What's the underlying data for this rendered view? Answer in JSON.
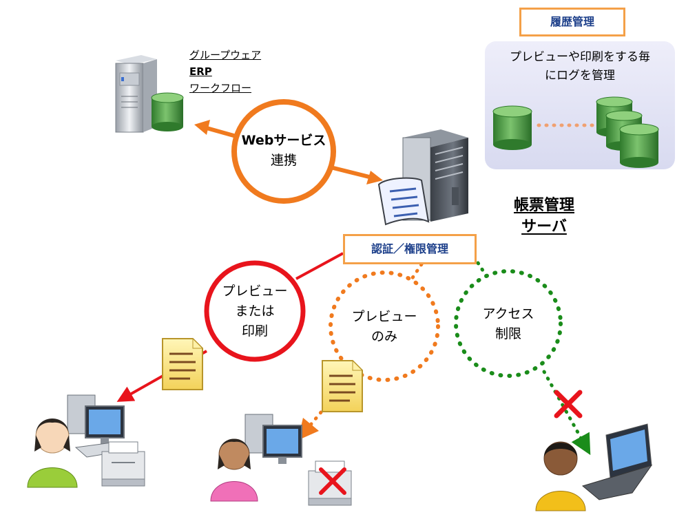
{
  "connected_systems": [
    "グループウェア",
    "ERP",
    "ワークフロー"
  ],
  "web_service_link": {
    "line1": "Webサービス",
    "line2": "連携"
  },
  "history": {
    "title": "履歴管理",
    "note_line1": "プレビューや印刷をする毎",
    "note_line2": "にログを管理"
  },
  "server": {
    "line1": "帳票管理",
    "line2": "サーバ"
  },
  "auth_label": "認証／権限管理",
  "permissions": [
    {
      "line1": "プレビュー",
      "line2": "または",
      "line3": "印刷",
      "color": "#e8141c",
      "style": "solid"
    },
    {
      "line1": "プレビュー",
      "line2": "のみ",
      "color": "#f07a1e",
      "style": "dotted"
    },
    {
      "line1": "アクセス",
      "line2": "制限",
      "color": "#1a8c1a",
      "style": "dotted"
    }
  ],
  "colors": {
    "orange": "#f07a1e",
    "red": "#e8141c",
    "green": "#1a8c1a",
    "label_border": "#f4a048",
    "label_text": "#1c3f8a",
    "db_green": "#3f9a3a"
  },
  "icons": [
    "erp-server-icon",
    "database-icon",
    "form-server-icon",
    "document-icon",
    "user-icon",
    "computer-icon",
    "printer-icon",
    "laptop-icon",
    "cross-icon"
  ]
}
